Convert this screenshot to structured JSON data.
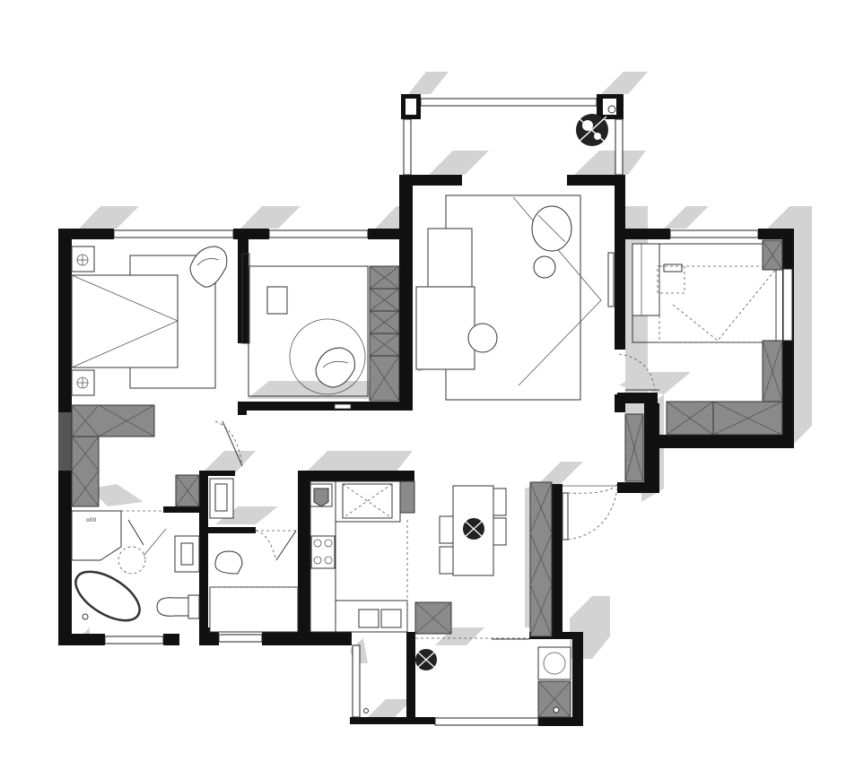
{
  "drawing": {
    "type": "floor-plan",
    "rooms": [
      {
        "id": "master-bedroom"
      },
      {
        "id": "study"
      },
      {
        "id": "living-room"
      },
      {
        "id": "bedroom-right"
      },
      {
        "id": "bathroom-left"
      },
      {
        "id": "bathroom-center"
      },
      {
        "id": "kitchen"
      },
      {
        "id": "dining-area"
      },
      {
        "id": "balcony-top"
      },
      {
        "id": "balcony-bottom"
      }
    ],
    "annotations": {
      "shower_label": "o00"
    },
    "colors": {
      "wall": "#111111",
      "shadow": "#d3d3d3",
      "cabinet": "#8a8a8a",
      "background": "#ffffff"
    }
  }
}
